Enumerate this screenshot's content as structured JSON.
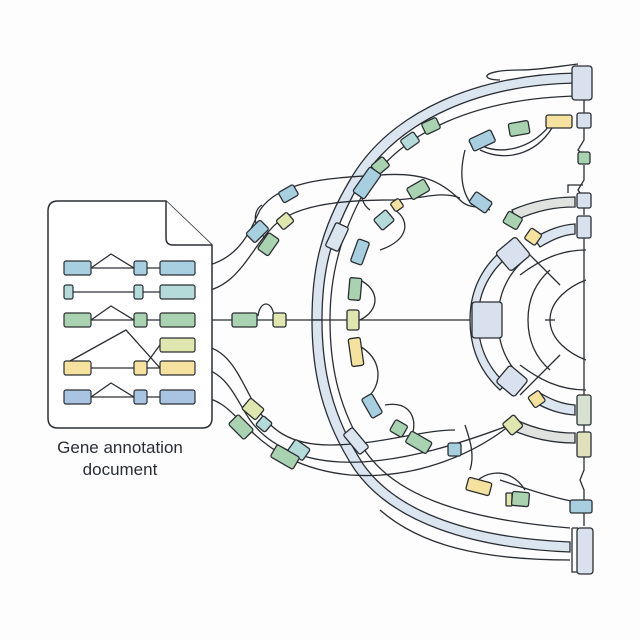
{
  "document": {
    "caption_line1": "Gene annotation",
    "caption_line2": "document",
    "icon": "document-icon"
  },
  "colors": {
    "blue": "#a8cfe0",
    "teal": "#b4dad9",
    "green": "#a9d3b0",
    "lime": "#dfe6ae",
    "yellow": "#f5e29e",
    "steel": "#a9c4e2",
    "band": "#dbe5f0",
    "band_gray": "#dfe2df",
    "hub": "#d8e1ed",
    "sage": "#d6e2cf",
    "khaki": "#e0e0bd"
  },
  "doc_tracks": [
    {
      "color": "blue",
      "exons": 3,
      "splice": true
    },
    {
      "color": "teal",
      "exons": 3,
      "splice": false
    },
    {
      "color": "green",
      "exons": 3,
      "splice": true
    },
    {
      "color": "lime",
      "exons": 1,
      "splice": false
    },
    {
      "color": "yellow",
      "exons": 3,
      "splice": true
    },
    {
      "color": "steel",
      "exons": 3,
      "splice": true
    }
  ]
}
